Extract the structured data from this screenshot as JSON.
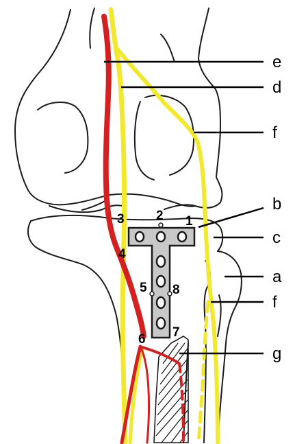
{
  "colors": {
    "artery": "#d42020",
    "nerve": "#f2e92e",
    "plate": "#c8c8c8",
    "outline": "#1a1a1a",
    "background": "#ffffff"
  },
  "labels": {
    "a": "a",
    "b": "b",
    "c": "c",
    "d": "d",
    "e": "e",
    "f_upper": "f",
    "f_lower": "f",
    "g": "g"
  },
  "points": {
    "p1": "1",
    "p2": "2",
    "p3": "3",
    "p4": "4",
    "p5": "5",
    "p6": "6",
    "p7": "7",
    "p8": "8"
  }
}
